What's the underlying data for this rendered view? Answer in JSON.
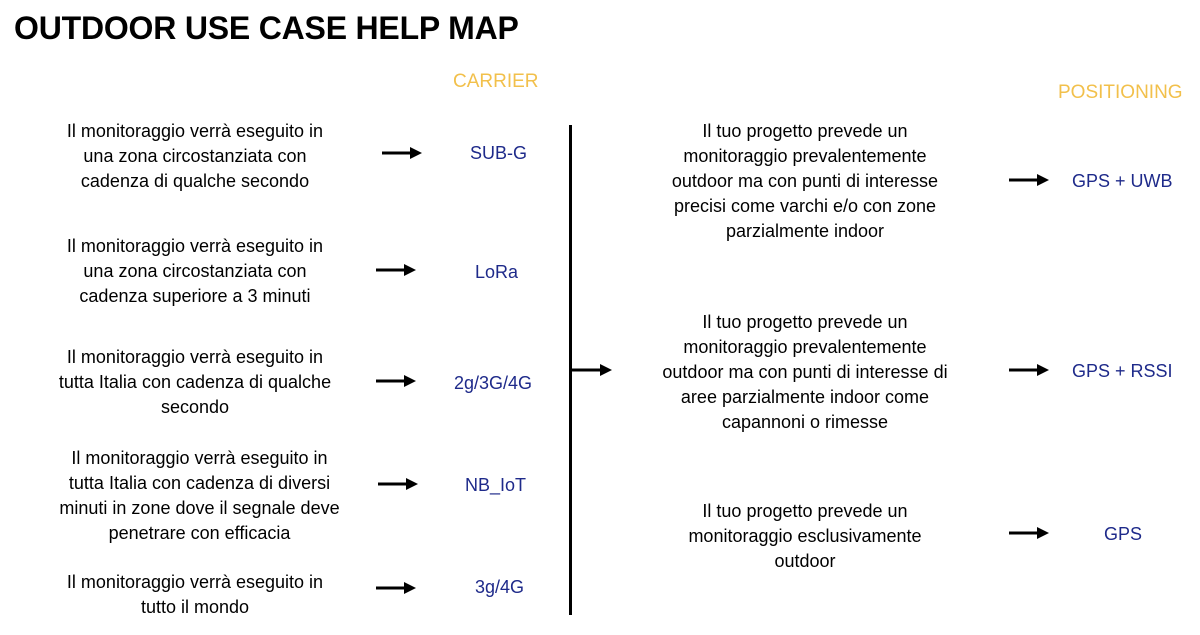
{
  "title": "OUTDOOR USE CASE HELP MAP",
  "carrier": {
    "header": "CARRIER",
    "rows": [
      {
        "condition": [
          "Il monitoraggio verrà eseguito in",
          "una zona circostanziata con",
          "cadenza di qualche secondo"
        ],
        "result": "SUB-G"
      },
      {
        "condition": [
          "Il monitoraggio verrà eseguito in",
          "una zona circostanziata con",
          "cadenza superiore a 3 minuti"
        ],
        "result": "LoRa"
      },
      {
        "condition": [
          "Il monitoraggio verrà eseguito in",
          "tutta Italia con cadenza di qualche",
          "secondo"
        ],
        "result": "2g/3G/4G"
      },
      {
        "condition": [
          "Il monitoraggio verrà eseguito in",
          "tutta Italia con cadenza di diversi",
          "minuti in zone dove il segnale deve",
          "penetrare con efficacia"
        ],
        "result": "NB_IoT"
      },
      {
        "condition": [
          "Il monitoraggio verrà eseguito in",
          "tutto il mondo"
        ],
        "result": "3g/4G"
      }
    ]
  },
  "positioning": {
    "header": "POSITIONING",
    "rows": [
      {
        "condition": [
          "Il tuo progetto prevede un",
          "monitoraggio prevalentemente",
          "outdoor ma con punti di interesse",
          "precisi come varchi e/o  con zone",
          "parzialmente indoor"
        ],
        "result": "GPS + UWB"
      },
      {
        "condition": [
          "Il tuo progetto prevede un",
          "monitoraggio prevalentemente",
          "outdoor ma con punti di interesse di",
          "aree parzialmente indoor come",
          "capannoni o rimesse"
        ],
        "result": "GPS + RSSI"
      },
      {
        "condition": [
          "Il tuo progetto prevede un",
          "monitoraggio esclusivamente",
          "outdoor"
        ],
        "result": "GPS"
      }
    ]
  }
}
